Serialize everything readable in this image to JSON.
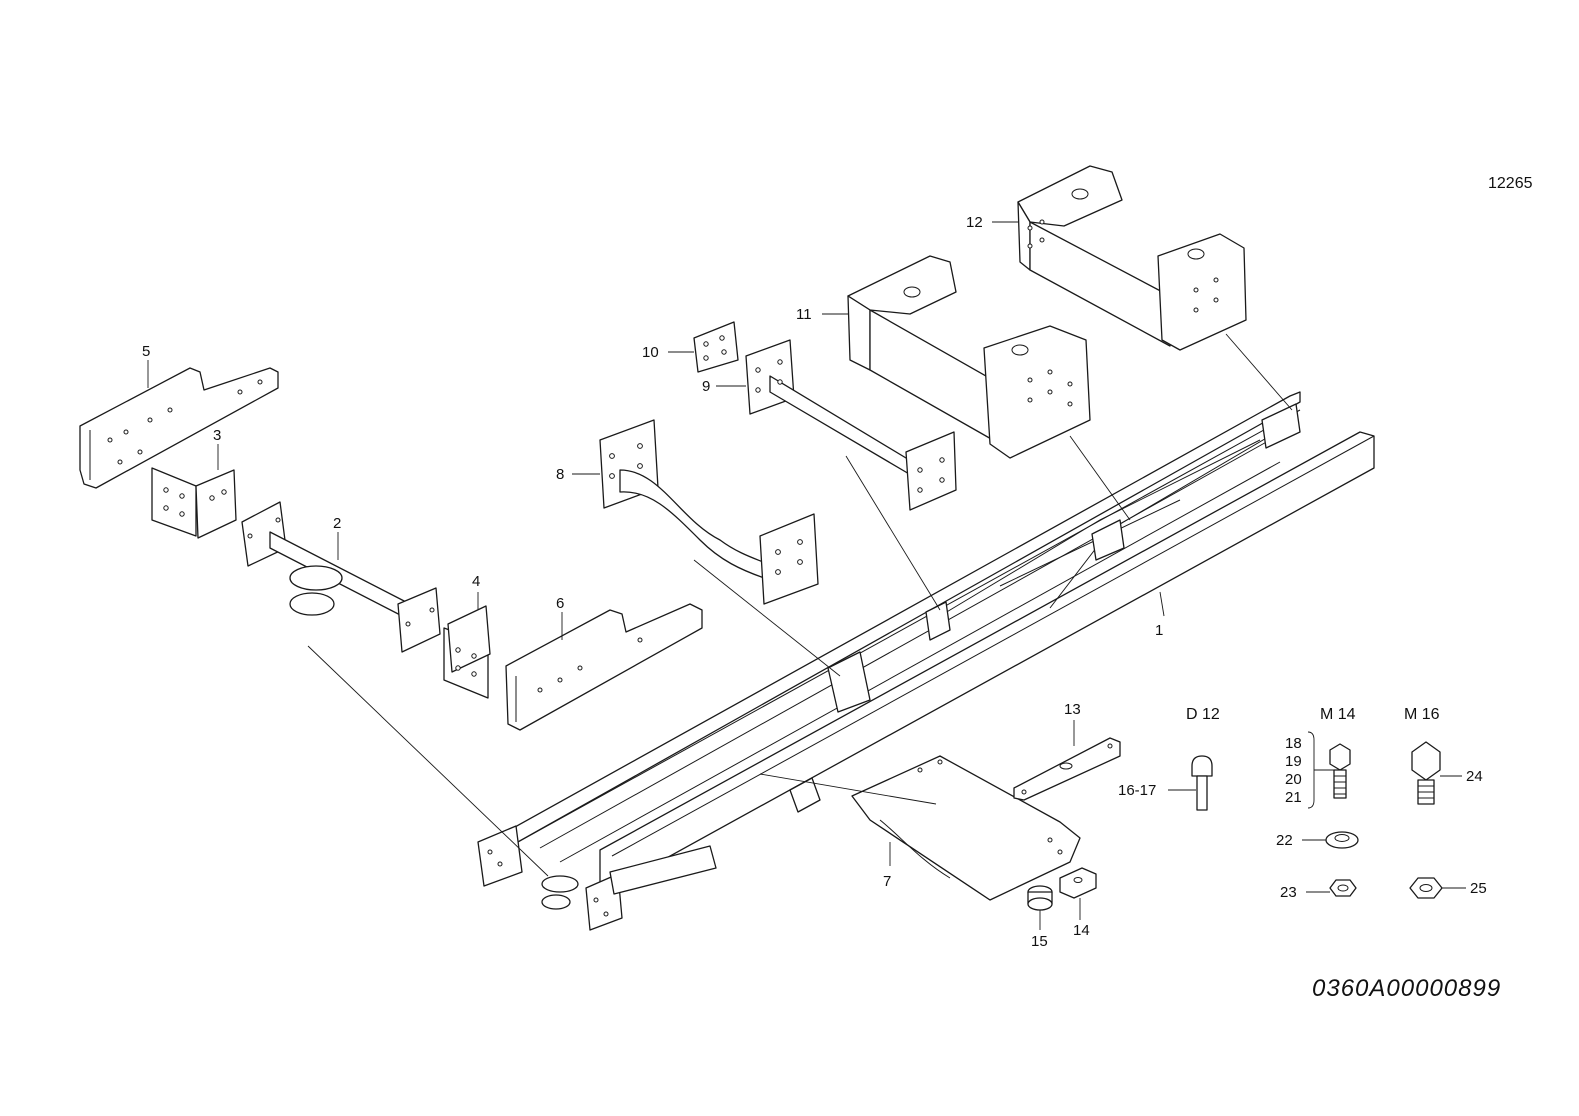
{
  "drawing_number": "12265",
  "document_number": "0360A00000899",
  "size_headers": [
    "D 12",
    "M 14",
    "M 16"
  ],
  "callouts": {
    "p1": "1",
    "p2": "2",
    "p3": "3",
    "p4": "4",
    "p5": "5",
    "p6": "6",
    "p7": "7",
    "p8": "8",
    "p9": "9",
    "p10": "10",
    "p11": "11",
    "p12": "12",
    "p13": "13",
    "p14": "14",
    "p15": "15",
    "p16_17": "16-17",
    "p18": "18",
    "p19": "19",
    "p20": "20",
    "p21": "21",
    "p22": "22",
    "p23": "23",
    "p24": "24",
    "p25": "25"
  }
}
